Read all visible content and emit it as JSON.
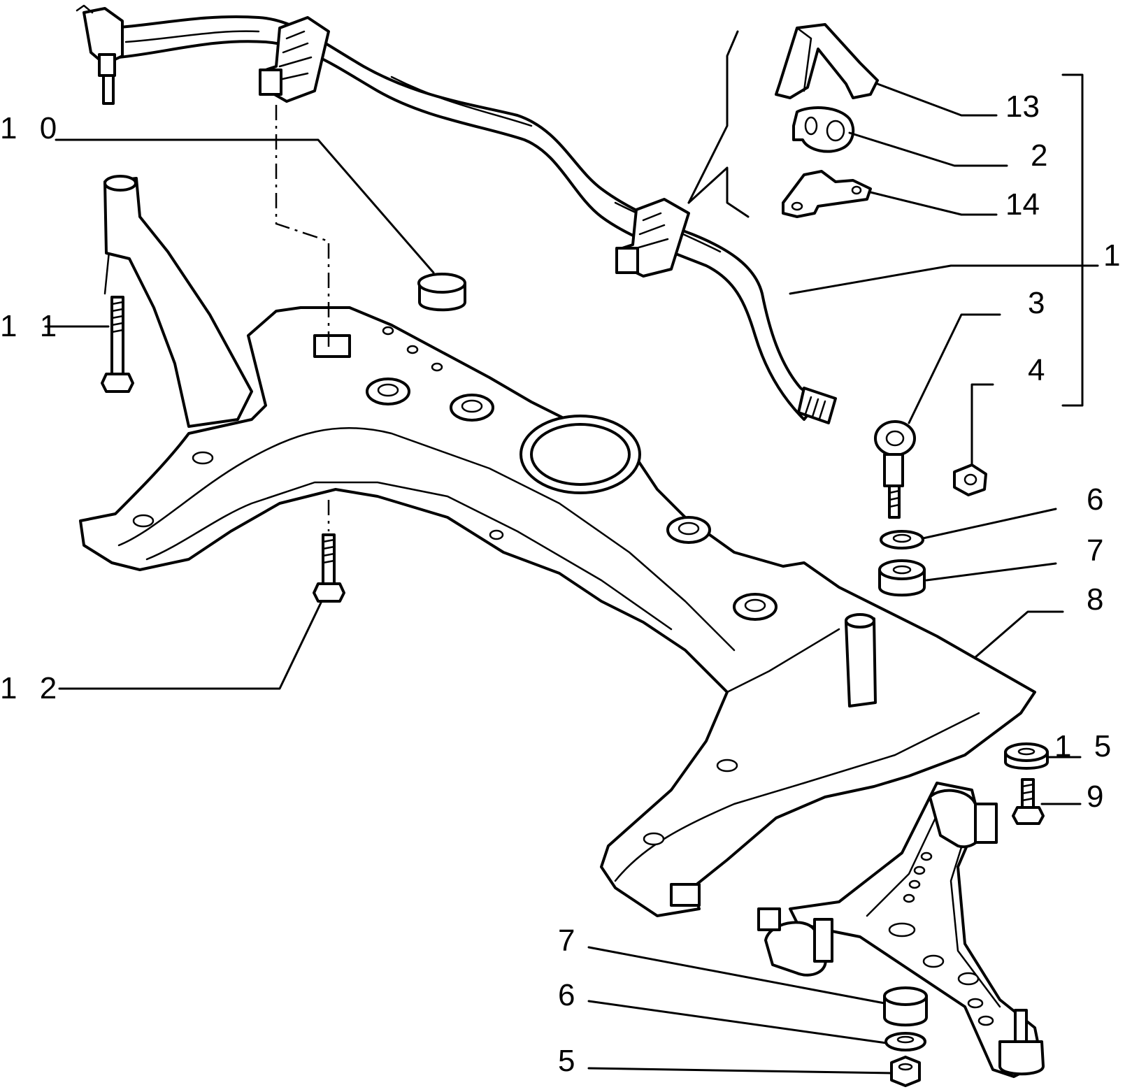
{
  "colors": {
    "ink": "#000000",
    "paper": "#ffffff"
  },
  "callouts": [
    {
      "id": "13",
      "text": "13"
    },
    {
      "id": "2",
      "text": "2"
    },
    {
      "id": "14",
      "text": "14"
    },
    {
      "id": "1",
      "text": "1"
    },
    {
      "id": "3",
      "text": "3"
    },
    {
      "id": "4",
      "text": "4"
    },
    {
      "id": "6a",
      "text": "6"
    },
    {
      "id": "7a",
      "text": "7"
    },
    {
      "id": "8",
      "text": "8"
    },
    {
      "id": "15",
      "text": "1 5"
    },
    {
      "id": "9",
      "text": "9"
    },
    {
      "id": "10",
      "text": "1 0"
    },
    {
      "id": "11",
      "text": "1 1"
    },
    {
      "id": "12",
      "text": "1 2"
    },
    {
      "id": "7b",
      "text": "7"
    },
    {
      "id": "6b",
      "text": "6"
    },
    {
      "id": "5",
      "text": "5"
    }
  ]
}
